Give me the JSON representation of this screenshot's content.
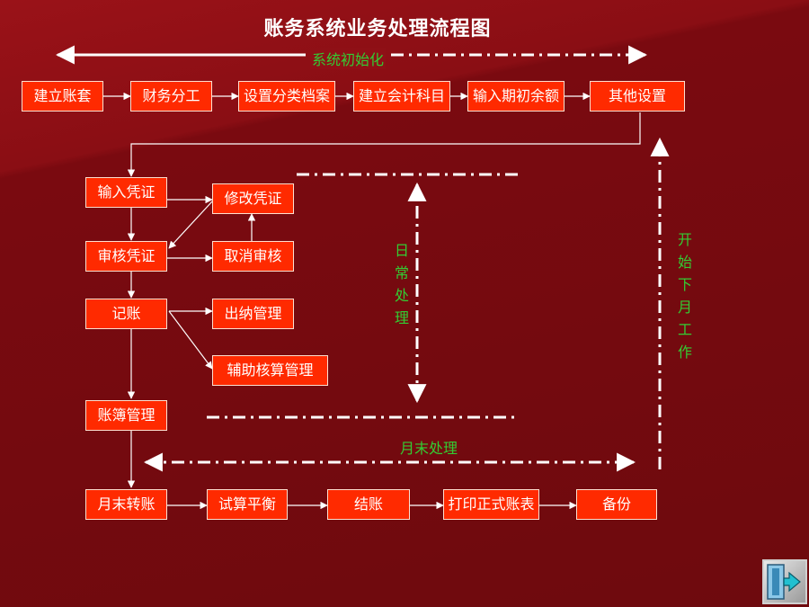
{
  "title": "账务系统业务处理流程图",
  "labels": {
    "init": "系统初始化",
    "daily": [
      "日",
      "常",
      "处",
      "理"
    ],
    "month_end": "月末处理",
    "next_month": [
      "开",
      "始",
      "下",
      "月",
      "工",
      "作"
    ]
  },
  "steps": {
    "row1": [
      "建立账套",
      "财务分工",
      "设置分类档案",
      "建立会计科目",
      "输入期初余额",
      "其他设置"
    ],
    "input_voucher": "输入凭证",
    "modify_voucher": "修改凭证",
    "review_voucher": "审核凭证",
    "cancel_review": "取消审核",
    "posting": "记账",
    "cashier": "出纳管理",
    "aux_accounting": "辅助核算管理",
    "ledger": "账簿管理",
    "row_last": [
      "月末转账",
      "试算平衡",
      "结账",
      "打印正式账表",
      "备份"
    ]
  },
  "colors": {
    "box": "#ff2a00",
    "label": "#33cc33",
    "line": "#ffffff"
  },
  "icons": {
    "exit": "exit-door-icon"
  }
}
